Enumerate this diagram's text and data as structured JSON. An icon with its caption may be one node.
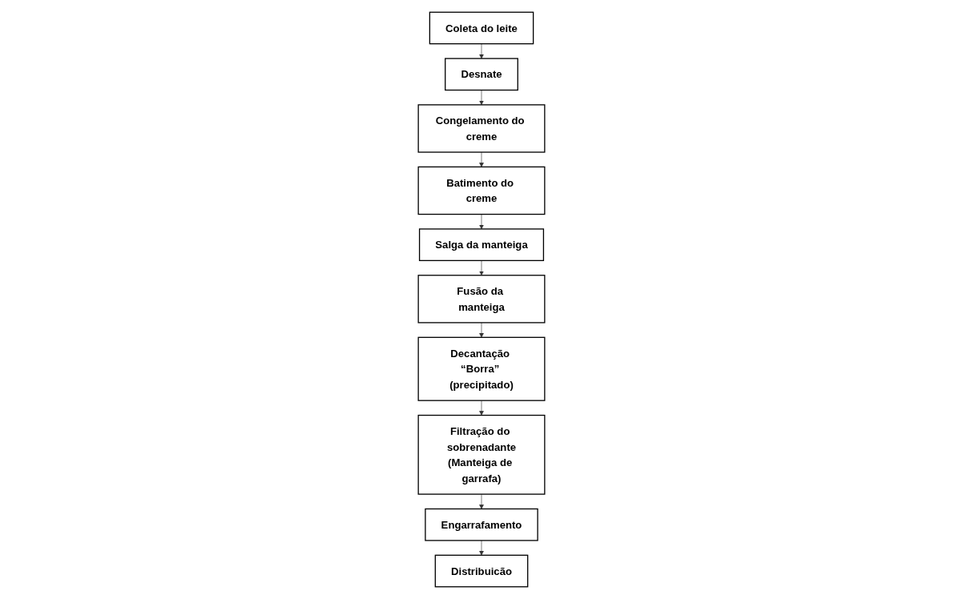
{
  "diagram": {
    "nodes": [
      {
        "text": [
          "Coleta do leite"
        ]
      },
      {
        "text": [
          "Desnate"
        ]
      },
      {
        "text": [
          "Congelamento do creme"
        ]
      },
      {
        "text": [
          "Batimento do creme"
        ]
      },
      {
        "text": [
          "Salga da manteiga"
        ]
      },
      {
        "text": [
          "Fusão da manteiga"
        ]
      },
      {
        "text": [
          "Decantação “Borra” (precipitado)"
        ]
      },
      {
        "text": [
          "Filtração do sobrenadante",
          "(Manteiga de garrafa)"
        ]
      },
      {
        "text": [
          "Engarrafamento"
        ]
      },
      {
        "text": [
          "Distribuicão"
        ]
      }
    ],
    "edges": [
      {
        "from": 0,
        "to": 1,
        "arrow": "to"
      },
      {
        "from": 1,
        "to": 2,
        "arrow": "to"
      },
      {
        "from": 2,
        "to": 3,
        "arrow": "to"
      },
      {
        "from": 3,
        "to": 4,
        "arrow": "to"
      },
      {
        "from": 4,
        "to": 5,
        "arrow": "to"
      },
      {
        "from": 5,
        "to": 6,
        "arrow": "to"
      },
      {
        "from": 6,
        "to": 7,
        "arrow": "to"
      },
      {
        "from": 7,
        "to": 8,
        "arrow": "to"
      },
      {
        "from": 8,
        "to": 9,
        "arrow": "to"
      }
    ]
  }
}
